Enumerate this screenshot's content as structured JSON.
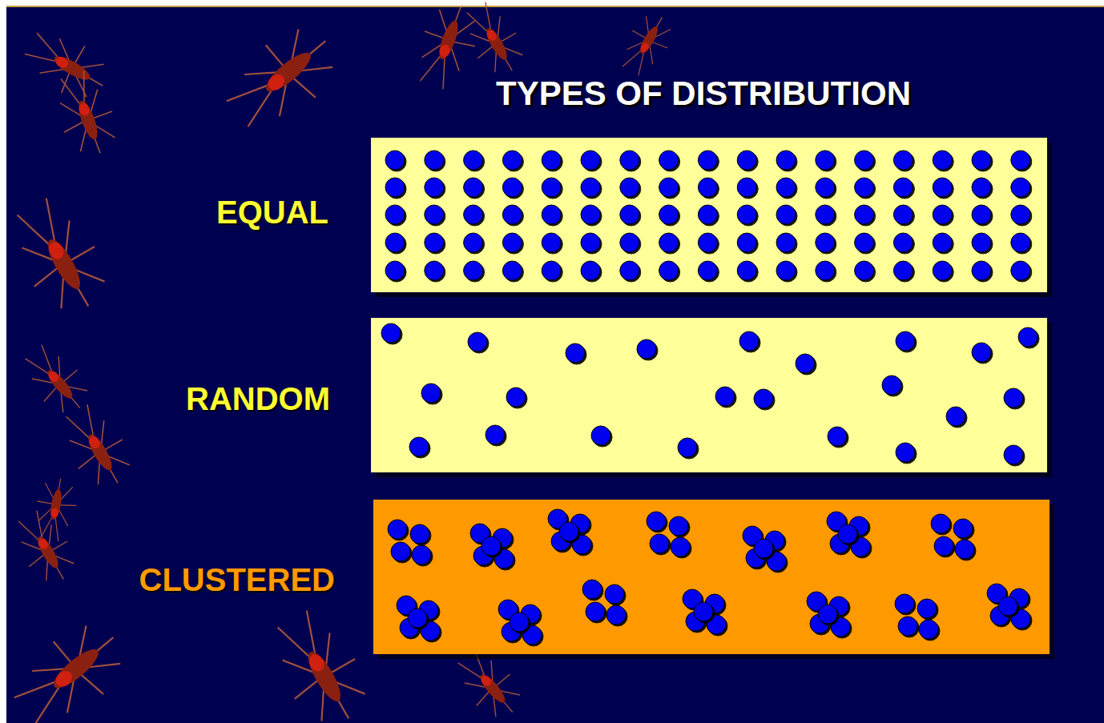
{
  "diagram": {
    "title": "TYPES OF DISTRIBUTION",
    "labels": [
      "EQUAL",
      "RANDOM",
      "CLUSTERED"
    ]
  }
}
